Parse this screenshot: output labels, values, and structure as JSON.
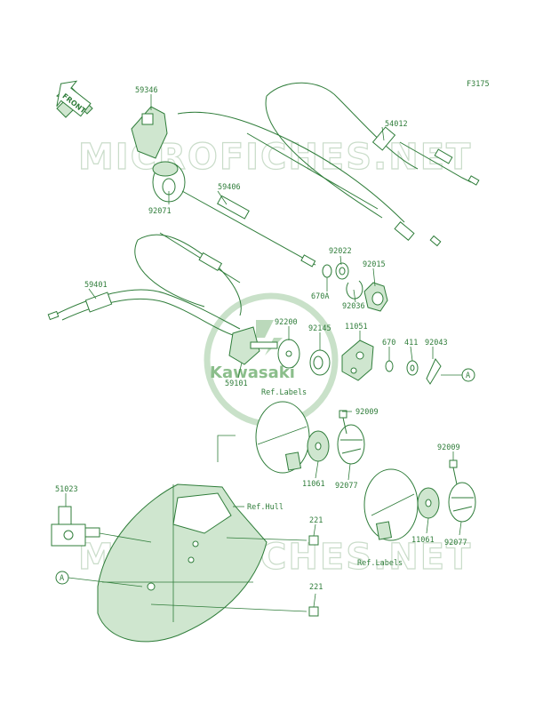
{
  "figure_code": "F3175",
  "front_label": "FRONT",
  "watermark": "MICROFICHES.NET",
  "logo_text": "Kawasaki",
  "colors": {
    "ink": "#2f7d3a",
    "shade": "#cfe6cf",
    "watermark": "#c9dcc9"
  },
  "parts": {
    "p59346": "59346",
    "p54012": "54012",
    "p59406": "59406",
    "p92071": "92071",
    "p92022": "92022",
    "p92015": "92015",
    "p670A": "670A",
    "p92036": "92036",
    "p59401": "59401",
    "p92200": "92200",
    "p92145": "92145",
    "p11051": "11051",
    "p670": "670",
    "p411": "411",
    "p92043": "92043",
    "p59101": "59101",
    "p92009a": "92009",
    "p92009b": "92009",
    "p11061a": "11061",
    "p92077a": "92077",
    "p11061b": "11061",
    "p92077b": "92077",
    "p51023": "51023",
    "p221a": "221",
    "p221b": "221"
  },
  "refs": {
    "labels1": "Ref.Labels",
    "labels2": "Ref.Labels",
    "hull": "Ref.Hull",
    "callout_a1": "A",
    "callout_a2": "A"
  }
}
